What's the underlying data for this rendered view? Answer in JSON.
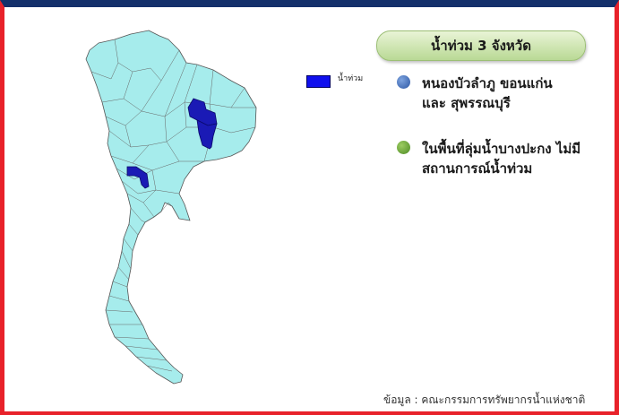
{
  "title": "น้ำท่วม 3 จังหวัด",
  "legend": {
    "label": "น้ำท่วม",
    "color": "#1010ee"
  },
  "bullets": [
    {
      "text": "หนองบัวลำภู ขอนแก่น และ สุพรรณบุรี",
      "icon": "blue-bullet-icon",
      "color": "#2c56a3"
    },
    {
      "text": "ในพื้นที่ลุ่มน้ำบางปะกง ไม่มีสถานการณ์น้ำท่วม",
      "icon": "green-bullet-icon",
      "color": "#4d8a24"
    }
  ],
  "source": "ข้อมูล : คณะกรรมการทรัพยากรน้ำแห่งชาติ",
  "map": {
    "land_color": "#a6ecec",
    "border_color": "#555555",
    "flooded_provinces": [
      "หนองบัวลำภู",
      "ขอนแก่น",
      "สุพรรณบุรี"
    ]
  },
  "colors": {
    "frame_border": "#e8222a",
    "top_bar": "#14306b"
  }
}
